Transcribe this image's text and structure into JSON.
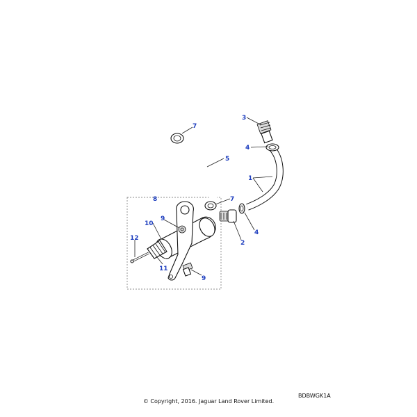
{
  "callouts": [
    {
      "id": "c1",
      "label": "1"
    },
    {
      "id": "c2",
      "label": "2"
    },
    {
      "id": "c3",
      "label": "3"
    },
    {
      "id": "c4a",
      "label": "4"
    },
    {
      "id": "c4b",
      "label": "4"
    },
    {
      "id": "c5",
      "label": "5"
    },
    {
      "id": "c7a",
      "label": "7"
    },
    {
      "id": "c7b",
      "label": "7"
    },
    {
      "id": "c8",
      "label": "8"
    },
    {
      "id": "c9a",
      "label": "9"
    },
    {
      "id": "c9b",
      "label": "9"
    },
    {
      "id": "c10",
      "label": "10"
    },
    {
      "id": "c11",
      "label": "11"
    },
    {
      "id": "c12",
      "label": "12"
    }
  ],
  "reference_code": "BDBWGK1A",
  "copyright": "© Copyright, 2016. Jaguar Land Rover Limited.",
  "colors": {
    "callout": "#1f3fbf",
    "line": "#111111"
  }
}
